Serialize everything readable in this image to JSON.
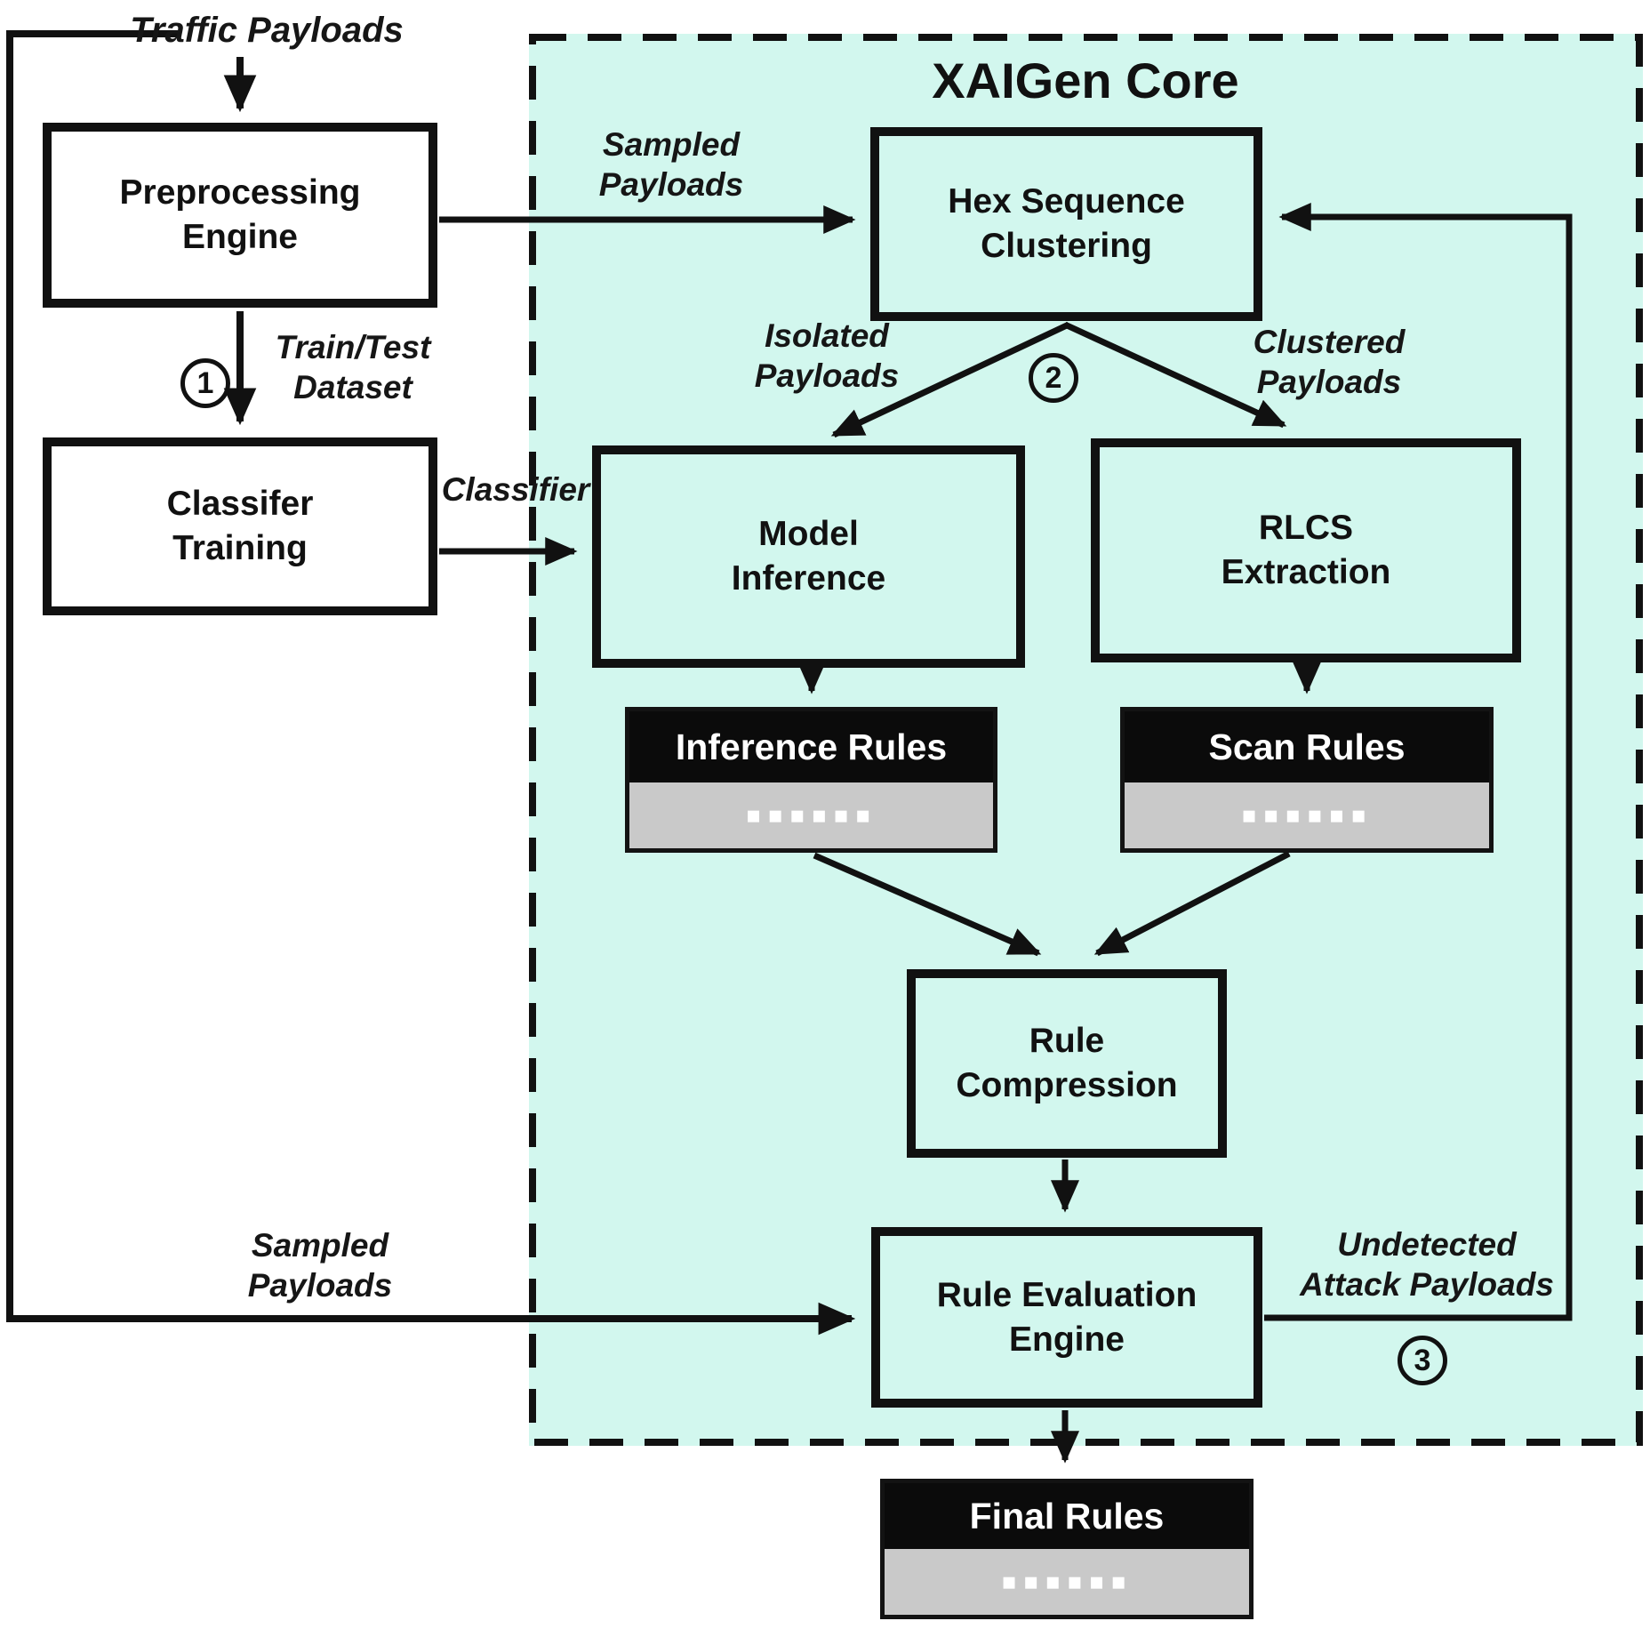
{
  "title": "XAIGen Core",
  "nodes": {
    "preprocessing": {
      "label": "Preprocessing\nEngine"
    },
    "classifier_training": {
      "label": "Classifer\nTraining"
    },
    "hex_clustering": {
      "label": "Hex Sequence\nClustering"
    },
    "model_inference": {
      "label": "Model\nInference"
    },
    "rlcs_extraction": {
      "label": "RLCS\nExtraction"
    },
    "rule_compression": {
      "label": "Rule\nCompression"
    },
    "rule_evaluation": {
      "label": "Rule Evaluation\nEngine"
    }
  },
  "artifacts": {
    "inference_rules": {
      "title": "Inference Rules",
      "dots": "▪▪▪▪▪▪"
    },
    "scan_rules": {
      "title": "Scan Rules",
      "dots": "▪▪▪▪▪▪"
    },
    "final_rules": {
      "title": "Final Rules",
      "dots": "▪▪▪▪▪▪"
    }
  },
  "flow_labels": {
    "traffic_payloads": "Traffic Payloads",
    "sampled_payloads_top": "Sampled\nPayloads",
    "train_test_dataset": "Train/Test\nDataset",
    "classifier": "Classifier",
    "isolated_payloads": "Isolated\nPayloads",
    "clustered_payloads": "Clustered\nPayloads",
    "sampled_payloads_bottom": "Sampled\nPayloads",
    "undetected_attack_payloads": "Undetected\nAttack Payloads"
  },
  "steps": {
    "one": "1",
    "two": "2",
    "three": "3"
  },
  "colors": {
    "region_fill": "#d2f7ee",
    "line_black": "#111111",
    "artifact_header": "#0b0b0b",
    "artifact_body": "#c9c9c9",
    "node_white": "#ffffff"
  }
}
